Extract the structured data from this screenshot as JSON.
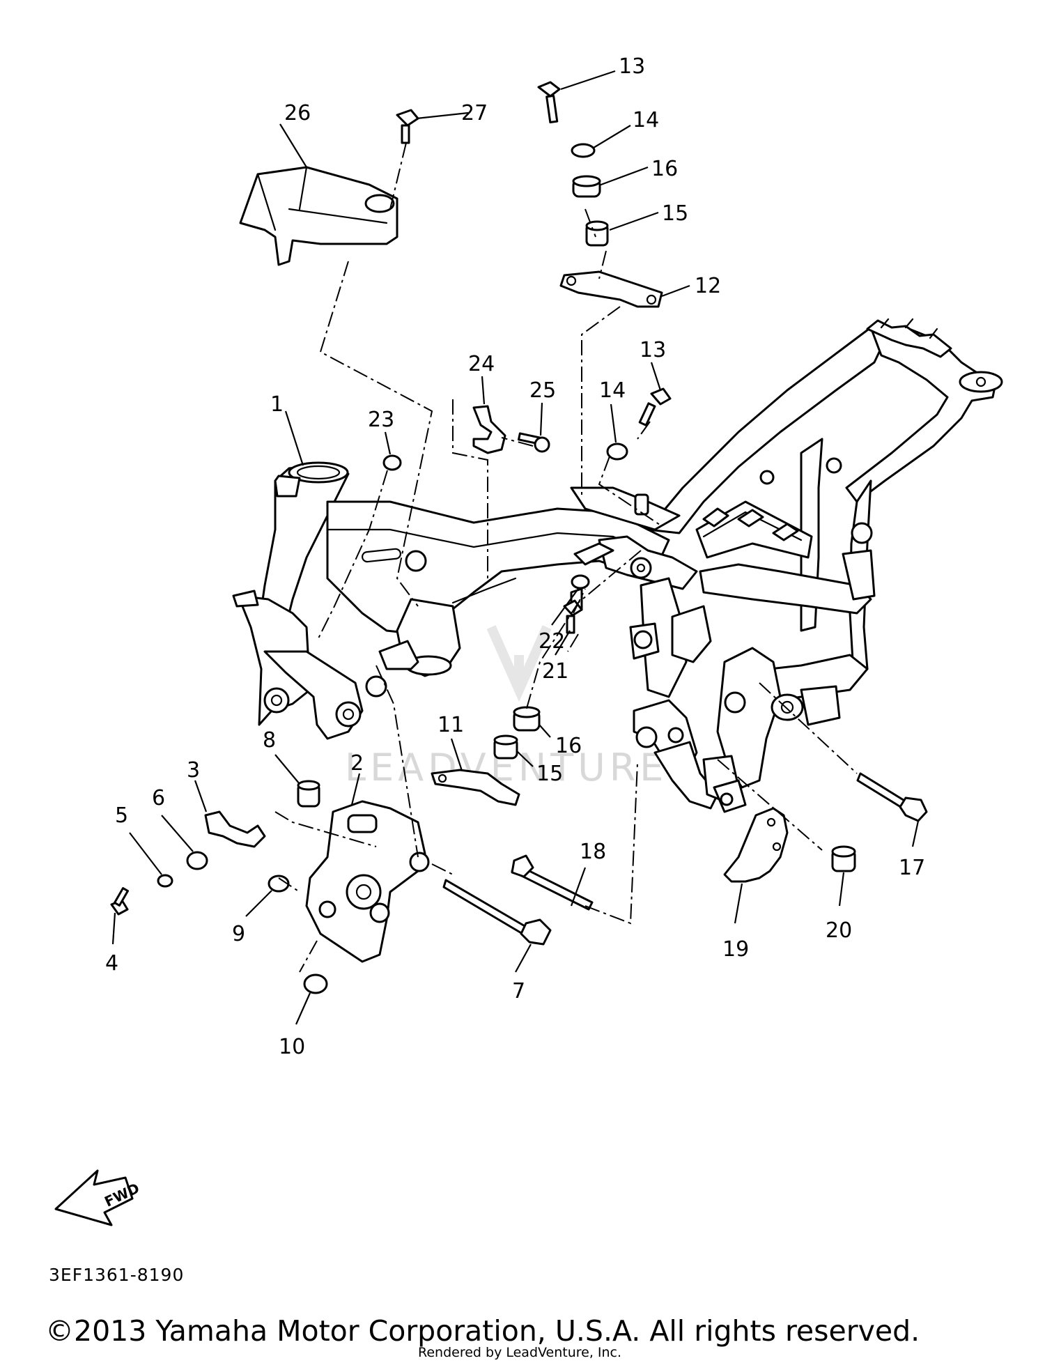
{
  "diagram": {
    "code": "3EF1361-8190",
    "fwd_label": "FWD",
    "copyright": "©2013 Yamaha Motor Corporation, U.S.A. All rights reserved.",
    "rendered_by": "Rendered by LeadVenture, Inc.",
    "watermark": "LEADVENTURE",
    "callouts": [
      "1",
      "2",
      "3",
      "4",
      "5",
      "6",
      "7",
      "8",
      "9",
      "10",
      "11",
      "12",
      "13",
      "13",
      "14",
      "14",
      "15",
      "15",
      "16",
      "16",
      "17",
      "18",
      "19",
      "20",
      "21",
      "22",
      "23",
      "24",
      "25",
      "26",
      "27"
    ]
  }
}
